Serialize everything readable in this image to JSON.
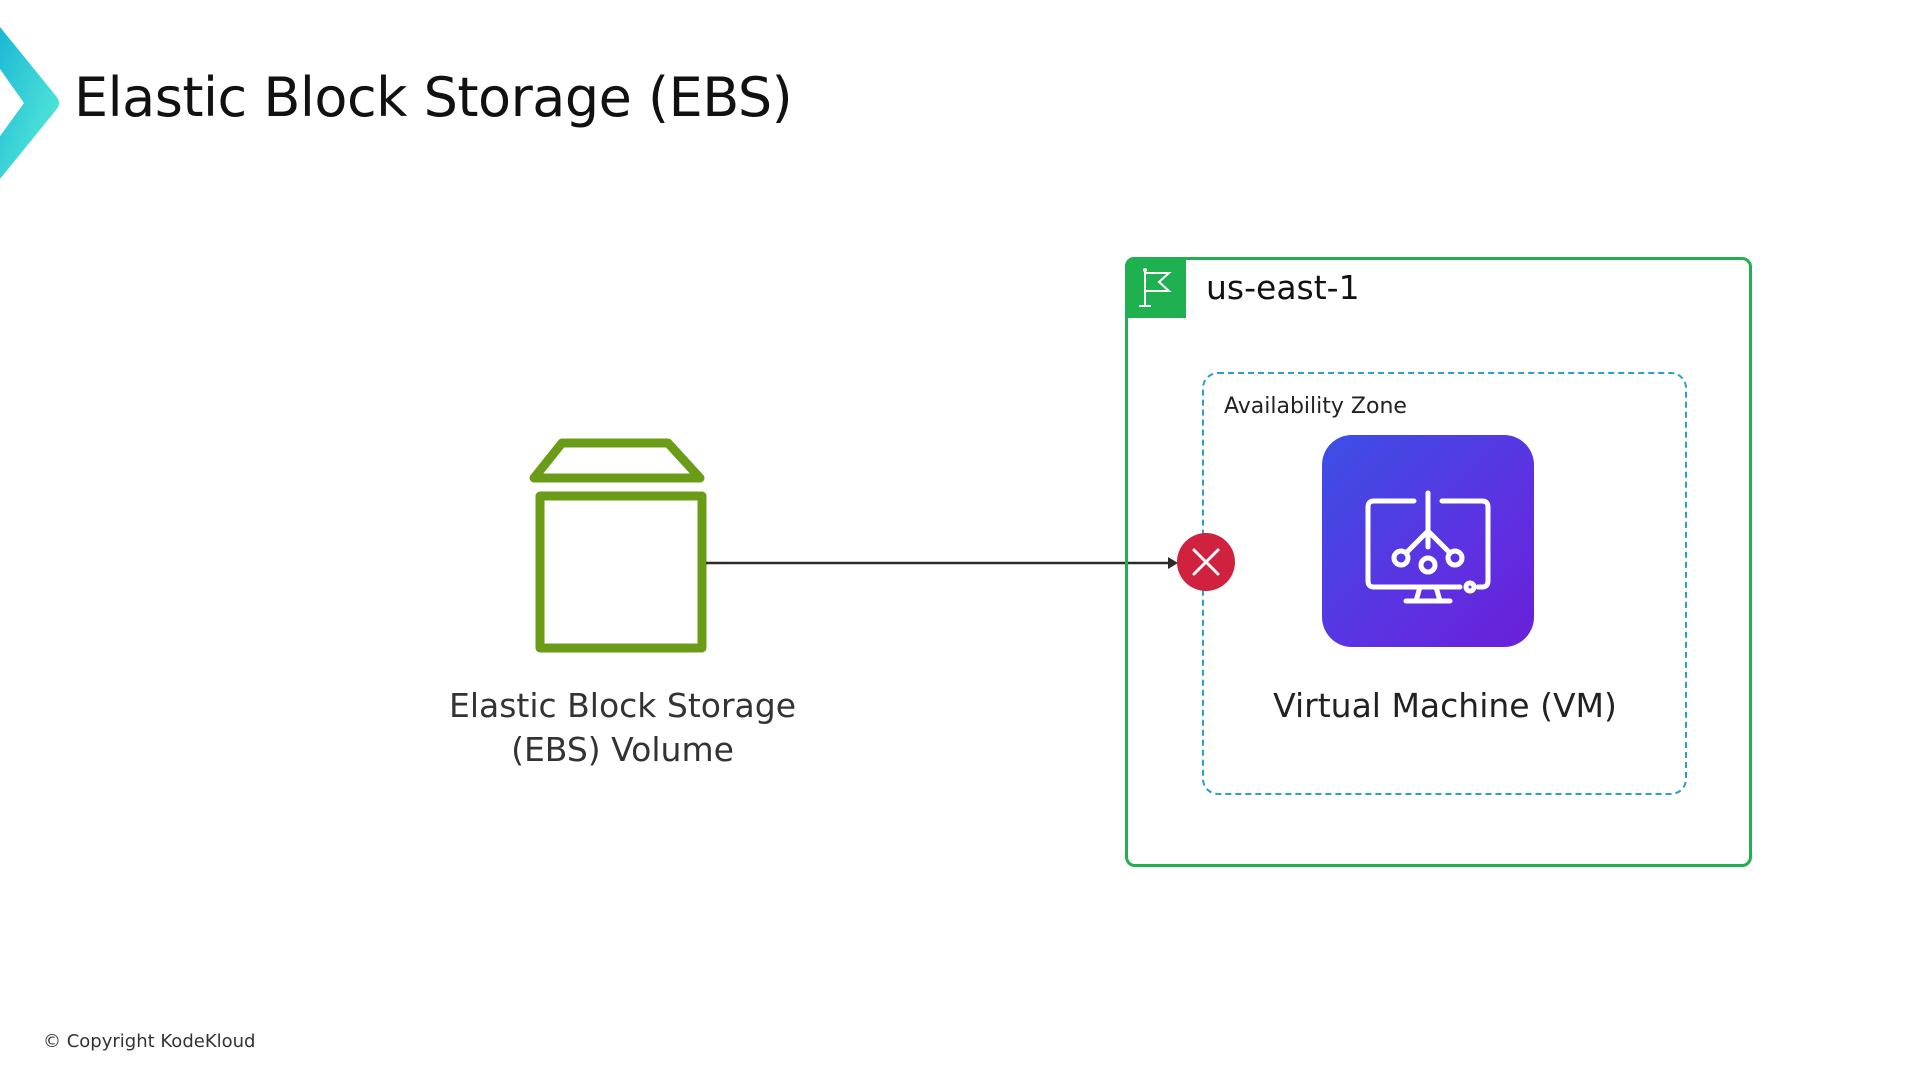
{
  "slide": {
    "title": "Elastic Block Storage (EBS)",
    "footer": "© Copyright KodeKloud",
    "accent_gradient": [
      "#1bb8d6",
      "#5cefd9"
    ]
  },
  "diagram": {
    "ebs_volume": {
      "label": "Elastic Block Storage (EBS) Volume",
      "label_lines": [
        "Elastic Block Storage",
        "(EBS) Volume"
      ],
      "icon": "storage-box-icon",
      "color": "#6a9c17"
    },
    "connection": {
      "from": "ebs_volume",
      "to": "virtual_machine",
      "status": "failed",
      "status_icon": "error-x-icon",
      "status_color": "#d0213f"
    },
    "region": {
      "label": "us-east-1",
      "icon": "flag-icon",
      "color": "#1fb14f"
    },
    "availability_zone": {
      "label": "Availability Zone",
      "color": "#2aa0c4"
    },
    "virtual_machine": {
      "label": "Virtual Machine (VM)",
      "icon": "monitor-network-icon",
      "colors": [
        "#3b4fe6",
        "#6a1fd9"
      ]
    }
  }
}
